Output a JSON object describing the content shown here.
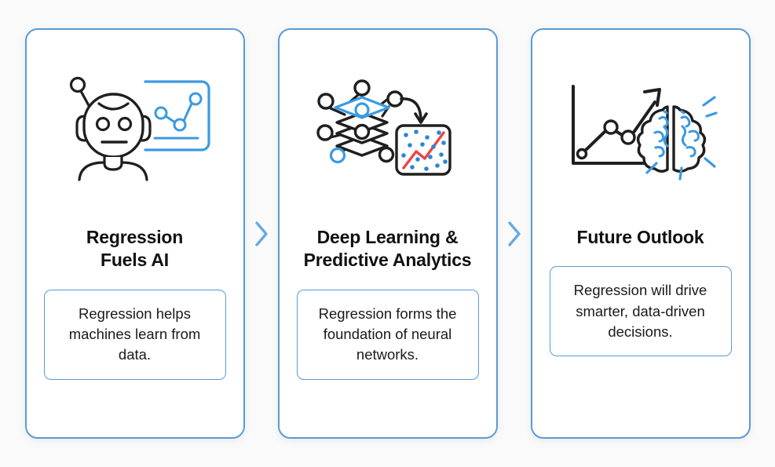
{
  "background_color": "#fafafa",
  "accent_color": "#5b9bd5",
  "icon_stroke_color": "#1f1f1f",
  "icon_accent_color": "#3b9ae1",
  "icon_highlight_color": "#ef4444",
  "separators": [
    {
      "name": "chevron-right-icon",
      "glyph": ">"
    },
    {
      "name": "chevron-right-icon",
      "glyph": ">"
    }
  ],
  "cards": [
    {
      "id": "regression-fuels-ai",
      "icon_name": "robot-with-chart-panel-icon",
      "title": "Regression\nFuels AI",
      "title_line1": "Regression",
      "title_line2": "Fuels AI",
      "description": "Regression helps machines learn from data."
    },
    {
      "id": "deep-learning-predictive-analytics",
      "icon_name": "neural-network-layers-to-scatter-plot-icon",
      "title": "Deep Learning &\nPredictive Analytics",
      "title_line1": "Deep Learning &",
      "title_line2": "Predictive Analytics",
      "description": "Regression forms the foundation of neural networks."
    },
    {
      "id": "future-outlook",
      "icon_name": "growth-chart-with-brain-icon",
      "title": "Future Outlook",
      "title_line1": "Future Outlook",
      "title_line2": "",
      "description": "Regression will drive smarter, data-driven decisions."
    }
  ]
}
